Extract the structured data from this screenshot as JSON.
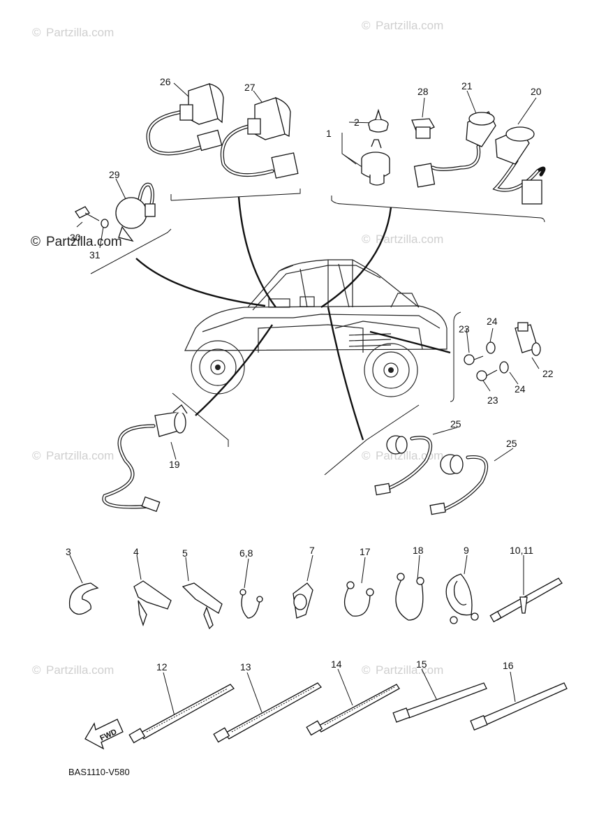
{
  "watermarks": {
    "site": "Partzilla.com",
    "copyright_symbol": "©"
  },
  "diagram_code": "BAS1110-V580",
  "fwd_label": "FWD",
  "callouts": {
    "c1": "1",
    "c2": "2",
    "c3": "3",
    "c4": "4",
    "c5": "5",
    "c6_8": "6,8",
    "c7": "7",
    "c9": "9",
    "c10_11": "10,11",
    "c12": "12",
    "c13": "13",
    "c14": "14",
    "c15": "15",
    "c16": "16",
    "c17": "17",
    "c18": "18",
    "c19": "19",
    "c20": "20",
    "c21": "21",
    "c22": "22",
    "c23a": "23",
    "c23b": "23",
    "c24a": "24",
    "c24b": "24",
    "c25a": "25",
    "c25b": "25",
    "c26": "26",
    "c27": "27",
    "c28": "28",
    "c29": "29",
    "c30": "30",
    "c31": "31"
  },
  "colors": {
    "line": "#111111",
    "watermark": "#cfcfcf"
  }
}
